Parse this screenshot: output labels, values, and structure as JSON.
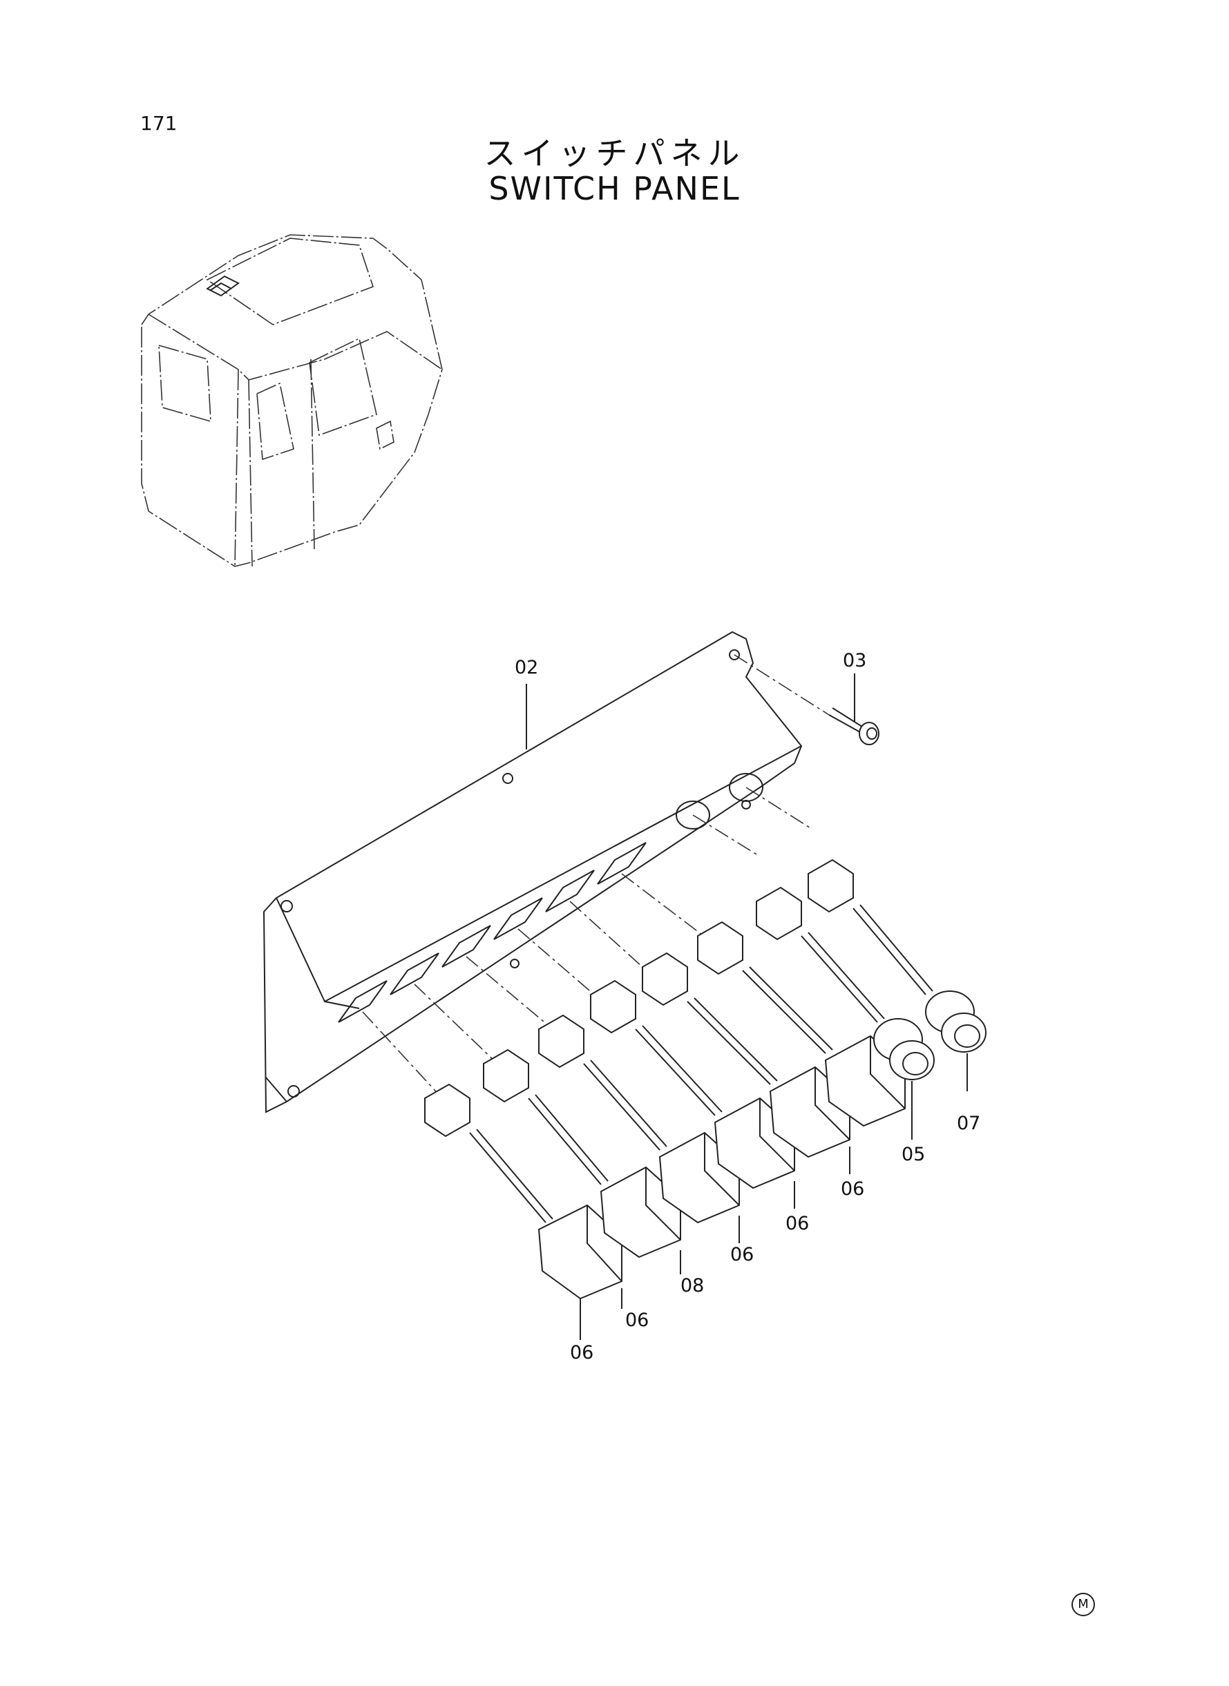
{
  "page": {
    "number": "171"
  },
  "title": {
    "japanese": "スイッチパネル",
    "english": "SWITCH PANEL"
  },
  "mark": "M",
  "callouts": {
    "panel": "02",
    "screw": "03",
    "switch_a": "05",
    "switch_b": "07",
    "rocker": "06",
    "rocker_alt": "08"
  }
}
